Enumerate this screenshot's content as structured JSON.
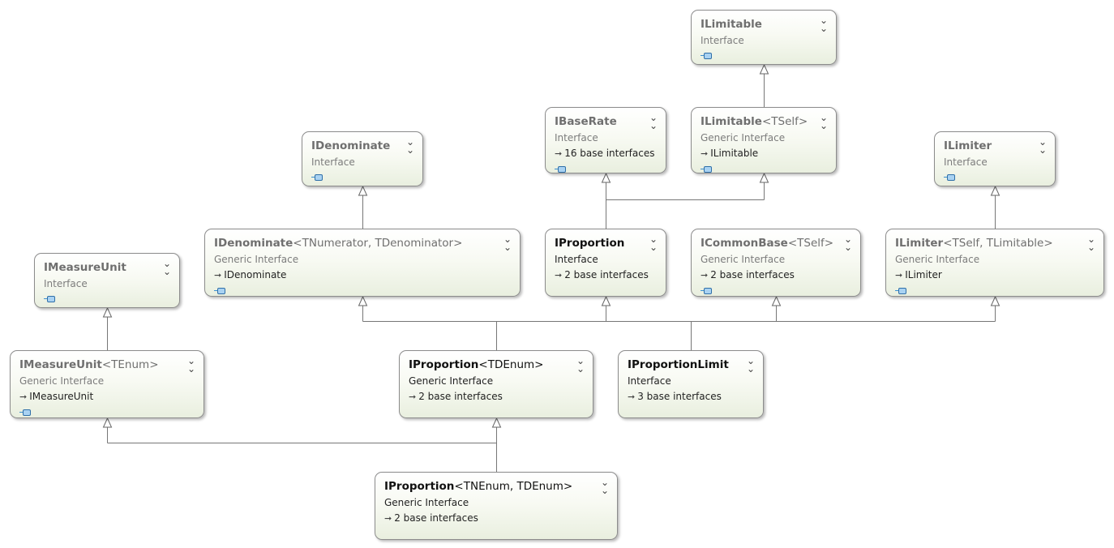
{
  "nodes": [
    {
      "id": "ILimitable",
      "title": "ILimitable",
      "generic": "",
      "stereotype": "Interface",
      "base": "",
      "focused": false
    },
    {
      "id": "IBaseRate",
      "title": "IBaseRate",
      "generic": "",
      "stereotype": "Interface",
      "base": "16 base interfaces",
      "focused": false
    },
    {
      "id": "ILimitableTSelf",
      "title": "ILimitable",
      "generic": "<TSelf>",
      "stereotype": "Generic Interface",
      "base": "ILimitable",
      "focused": false
    },
    {
      "id": "IDenominate",
      "title": "IDenominate",
      "generic": "",
      "stereotype": "Interface",
      "base": "",
      "focused": false
    },
    {
      "id": "ILimiter",
      "title": "ILimiter",
      "generic": "",
      "stereotype": "Interface",
      "base": "",
      "focused": false
    },
    {
      "id": "IDenominateG",
      "title": "IDenominate",
      "generic": "<TNumerator, TDenominator>",
      "stereotype": "Generic Interface",
      "base": "IDenominate",
      "focused": false
    },
    {
      "id": "IProportion",
      "title": "IProportion",
      "generic": "",
      "stereotype": "Interface",
      "base": "2 base interfaces",
      "focused": true
    },
    {
      "id": "ICommonBase",
      "title": "ICommonBase",
      "generic": "<TSelf>",
      "stereotype": "Generic Interface",
      "base": "2 base interfaces",
      "focused": false
    },
    {
      "id": "ILimiterG",
      "title": "ILimiter",
      "generic": "<TSelf, TLimitable>",
      "stereotype": "Generic Interface",
      "base": "ILimiter",
      "focused": false
    },
    {
      "id": "IMeasureUnit",
      "title": "IMeasureUnit",
      "generic": "",
      "stereotype": "Interface",
      "base": "",
      "focused": false
    },
    {
      "id": "IMeasureUnitG",
      "title": "IMeasureUnit",
      "generic": "<TEnum>",
      "stereotype": "Generic Interface",
      "base": "IMeasureUnit",
      "focused": false
    },
    {
      "id": "IProportionG",
      "title": "IProportion",
      "generic": "<TDEnum>",
      "stereotype": "Generic Interface",
      "base": "2 base interfaces",
      "focused": true
    },
    {
      "id": "IProportionLimit",
      "title": "IProportionLimit",
      "generic": "",
      "stereotype": "Interface",
      "base": "3 base interfaces",
      "focused": true
    },
    {
      "id": "IProportionG2",
      "title": "IProportion",
      "generic": "<TNEnum, TDEnum>",
      "stereotype": "Generic Interface",
      "base": "2 base interfaces",
      "focused": true
    }
  ],
  "edges": [
    {
      "from": "ILimitableTSelf",
      "to": "ILimitable"
    },
    {
      "from": "IProportion",
      "to": "IBaseRate"
    },
    {
      "from": "IProportion",
      "to": "ILimitableTSelf"
    },
    {
      "from": "IDenominateG",
      "to": "IDenominate"
    },
    {
      "from": "ILimiterG",
      "to": "ILimiter"
    },
    {
      "from": "IMeasureUnitG",
      "to": "IMeasureUnit"
    },
    {
      "from": "IProportionG",
      "to": "IDenominateG"
    },
    {
      "from": "IProportionG",
      "to": "IProportion"
    },
    {
      "from": "IProportionLimit",
      "to": "IProportion"
    },
    {
      "from": "IProportionLimit",
      "to": "ICommonBase"
    },
    {
      "from": "IProportionLimit",
      "to": "ILimiterG"
    },
    {
      "from": "IProportionG2",
      "to": "IMeasureUnitG"
    },
    {
      "from": "IProportionG2",
      "to": "IProportionG"
    }
  ]
}
